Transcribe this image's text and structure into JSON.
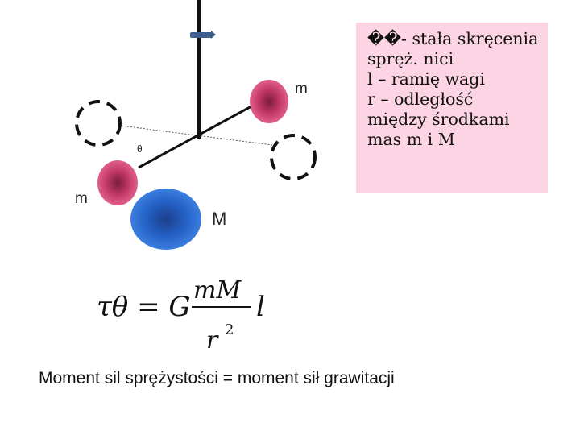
{
  "diagram": {
    "label_m_top": "m",
    "label_m_left": "m",
    "label_M": "M",
    "label_theta": "θ"
  },
  "legend": {
    "lines": [
      "��- stała skręcenia",
      "spręż. nici",
      "l – ramię wagi",
      "r – odległość",
      "między środkami",
      "mas m i M"
    ]
  },
  "formula": {
    "lhs": "τθ = G",
    "numerator": "mM",
    "denominator_base": "r",
    "denominator_exp": "2",
    "trailing": "l"
  },
  "caption": "Moment sil sprężystości = moment sił grawitacji",
  "colors": {
    "small_mass": "#c73a6e",
    "large_mass": "#2462c4",
    "legend_bg": "#fcd4e4",
    "rod": "#111111"
  }
}
